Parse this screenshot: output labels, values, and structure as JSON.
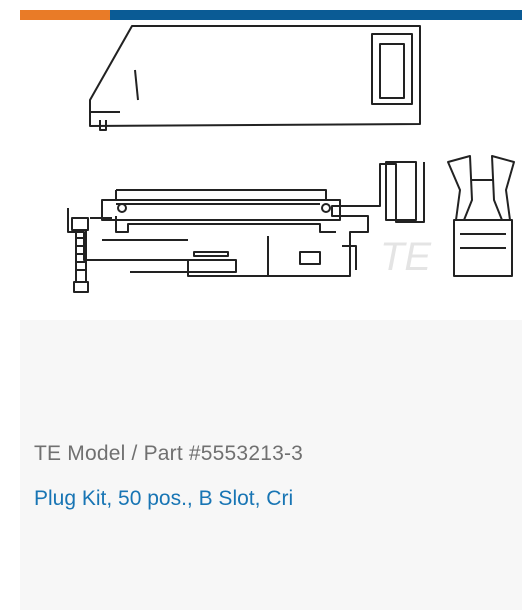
{
  "colors": {
    "accent_orange": "#e97b27",
    "accent_blue": "#0a5b95",
    "card_background": "#f7f7f7",
    "model_text": "#707070",
    "link_text": "#1875b4"
  },
  "card": {
    "image_watermark": "TE",
    "model_prefix": "TE Model / Part #",
    "part_number": "5553213-3",
    "title": "Plug Kit, 50 pos., B Slot, Cri"
  }
}
